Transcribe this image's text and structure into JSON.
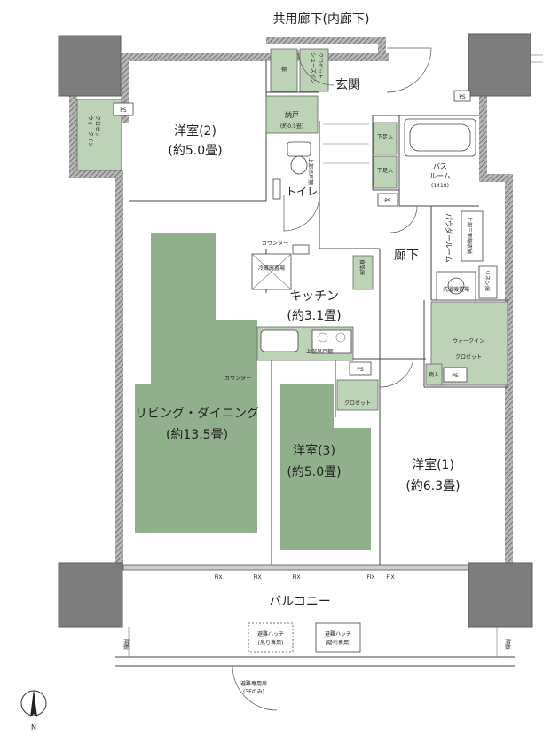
{
  "corridor_title": "共用廊下(内廊下)",
  "rooms": {
    "western2": {
      "name": "洋室(2)",
      "size": "(約5.0畳)"
    },
    "living": {
      "name": "リビング・ダイニング",
      "size": "(約13.5畳)"
    },
    "kitchen": {
      "name": "キッチン",
      "size": "(約3.1畳)"
    },
    "western3": {
      "name": "洋室(3)",
      "size": "(約5.0畳)"
    },
    "western1": {
      "name": "洋室(1)",
      "size": "(約6.3畳)"
    },
    "entrance": "玄関",
    "toilet": "トイレ",
    "hallway": "廊下",
    "bath": {
      "line1": "バス",
      "line2": "ルーム",
      "line3": "(1418)"
    },
    "powder": "パウダールーム",
    "balcony": "バルコニー"
  },
  "storage": {
    "shoes_in": [
      "シューズイン",
      "クロゼット"
    ],
    "shelf": "棚",
    "nando": "納戸",
    "nando_size": "(約0.5畳)",
    "walk_in_left": [
      "ウォークイン",
      "クロゼット"
    ],
    "walk_in_right": [
      "ウォークイン",
      "クロゼット"
    ],
    "closet3": "クロゼット",
    "pantry": "食品庫",
    "linen": "リネン庫",
    "upper_shelf_storage": "上部三面鏡収納",
    "upper_cabinet_toilet": "上部吊戸棚",
    "upper_cabinet_kitchen": "上部吊戸棚",
    "fridge": "冷蔵庫置場",
    "washer": "洗濯機置場",
    "store_in": "物入",
    "geta1": "下足入",
    "geta2": "下足入"
  },
  "labels": {
    "ps": "PS",
    "counter_top": "カウンター",
    "counter_left": "カウンター",
    "fix": "FIX",
    "partition_left": "隔板",
    "partition_right": "隔板",
    "hatch_up": "避難ハッチ",
    "hatch_up_sub": "(吊り専用)",
    "hatch_down": "避難ハッチ",
    "hatch_down_sub": "(吸引専用)",
    "emergency_exit": "避難専用扉",
    "emergency_exit_sub": "(3Fのみ)",
    "north": "N"
  }
}
